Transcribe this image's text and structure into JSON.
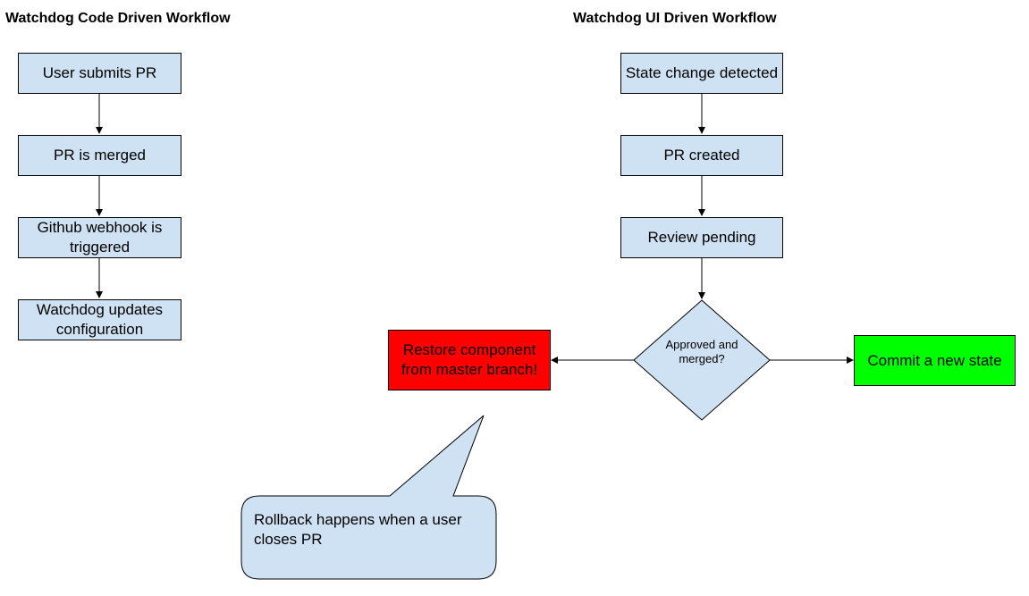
{
  "code_workflow": {
    "title": "Watchdog Code Driven Workflow",
    "steps": [
      "User submits PR",
      "PR is merged",
      "Github webhook is triggered",
      "Watchdog updates configuration"
    ]
  },
  "ui_workflow": {
    "title": "Watchdog UI Driven Workflow",
    "steps": [
      "State change detected",
      "PR created",
      "Review pending"
    ],
    "decision": "Approved and merged?",
    "no_outcome": "Restore component from master branch!",
    "yes_outcome": "Commit a new state"
  },
  "callout": {
    "text": "Rollback happens when a user closes PR"
  },
  "colors": {
    "step_fill": "#cfe2f3",
    "restore_fill": "#ff0000",
    "commit_fill": "#00ff00",
    "callout_fill": "#cfe2f3"
  }
}
